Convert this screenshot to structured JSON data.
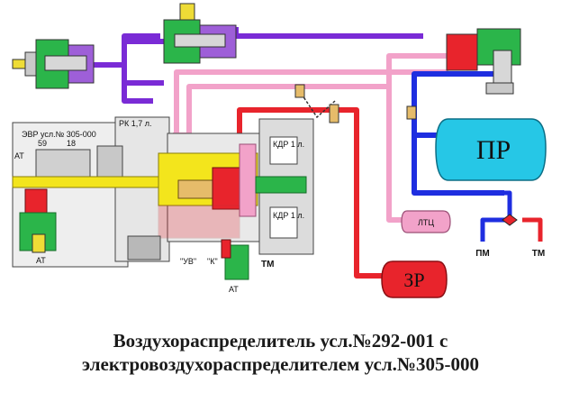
{
  "caption": {
    "line1": "Воздухораспределитель усл.№292-001 с",
    "line2": "электровоздухораспределителем усл.№305-000"
  },
  "labels": {
    "pr_tank": "ПР",
    "zr_tank": "ЗР",
    "ltc_tank": "ЛТЦ",
    "pm": "ПМ",
    "tm_right": "ТМ",
    "tm_bottom": "ТМ",
    "at_left": "АТ",
    "at_bottom": "АТ",
    "evr": "ЭВР усл.№ 305-000",
    "rk": "РК 1,7 л.",
    "kdr_top": "КДР 1 л.",
    "kdr_bottom": "КДР 1 л.",
    "num_59": "59",
    "num_18": "18",
    "at_small": "АТ",
    "uv": "\"УВ\"",
    "k": "\"К\""
  },
  "colors": {
    "blue_line": "#1e2ee0",
    "pink_line": "#f2a2c9",
    "red_line": "#e8242c",
    "purple_line": "#7a2bd6",
    "yellow": "#f3e51c",
    "green": "#26c043",
    "cyan_tank": "#26c7e6"
  }
}
